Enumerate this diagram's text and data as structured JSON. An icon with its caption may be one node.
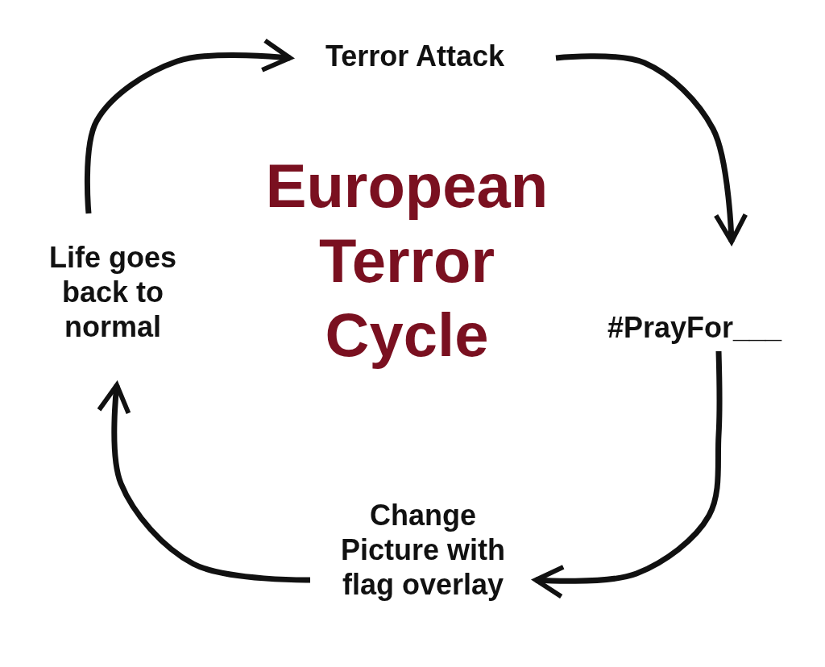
{
  "diagram": {
    "title": "European Terror Cycle",
    "nodes": [
      {
        "text": [
          "Terror Attack"
        ]
      },
      {
        "text": [
          "#PrayFor___"
        ]
      },
      {
        "text": [
          "Change Picture with flag overlay"
        ]
      },
      {
        "text": [
          "Life goes back to normal"
        ]
      }
    ],
    "edges": [
      {
        "from": 0,
        "to": 1,
        "arrow": "to"
      },
      {
        "from": 1,
        "to": 2,
        "arrow": "to"
      },
      {
        "from": 2,
        "to": 3,
        "arrow": "to"
      },
      {
        "from": 3,
        "to": 0,
        "arrow": "to"
      }
    ]
  }
}
